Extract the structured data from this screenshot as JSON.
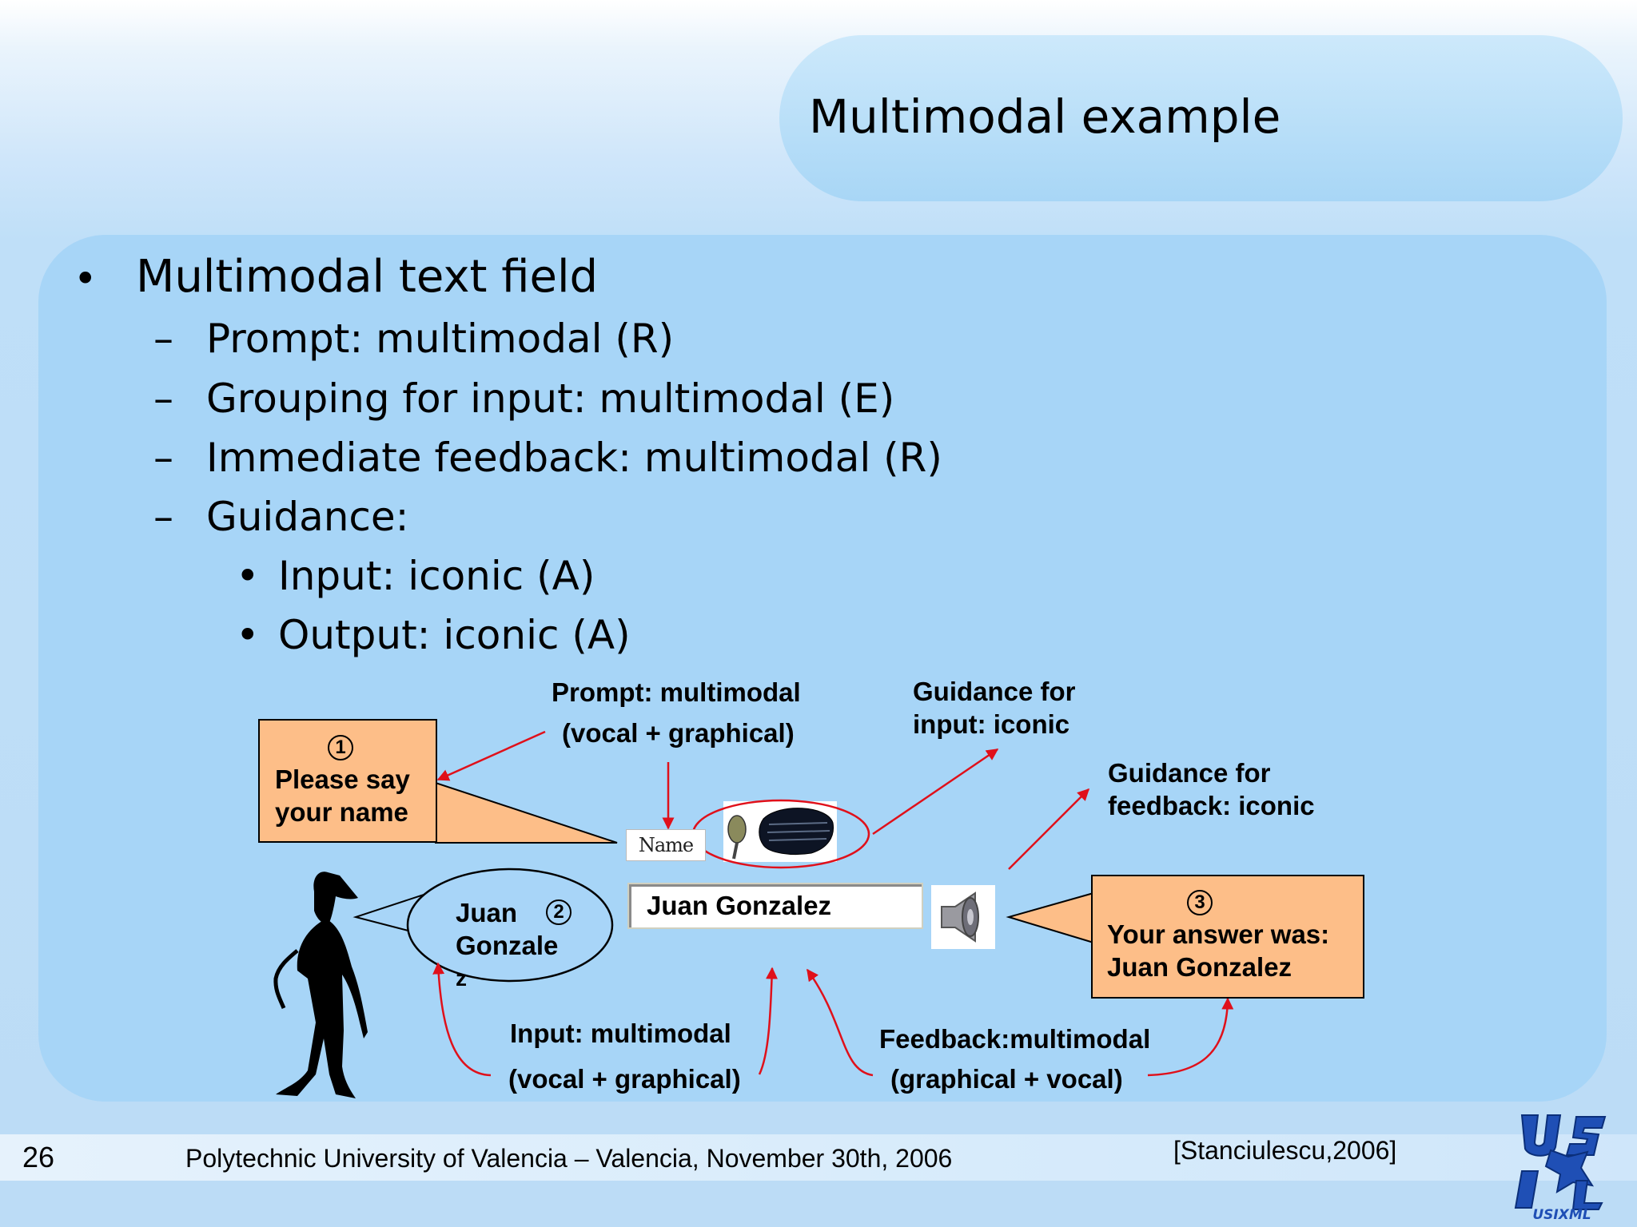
{
  "slide": {
    "title": "Multimodal example",
    "bullets": [
      {
        "text": "Multimodal text field",
        "level": 1
      },
      {
        "text": "Prompt: multimodal (R)",
        "level": 2
      },
      {
        "text": "Grouping for input: multimodal (E)",
        "level": 2
      },
      {
        "text": "Immediate feedback: multimodal (R)",
        "level": 2
      },
      {
        "text": "Guidance:",
        "level": 2
      },
      {
        "text": "Input: iconic (A)",
        "level": 3
      },
      {
        "text": "Output: iconic (A)",
        "level": 3
      }
    ],
    "markers": {
      "level1": "•",
      "level2": "–",
      "level3": "•"
    }
  },
  "diagram": {
    "prompt_label": {
      "line1": "Prompt: multimodal",
      "line2": "(vocal + graphical)"
    },
    "guidance_input_label": {
      "line1": "Guidance for",
      "line2": "input: iconic"
    },
    "guidance_feedback_label": {
      "line1": "Guidance for",
      "line2": "feedback: iconic"
    },
    "callout_1": {
      "number": "1",
      "line1": "Please say",
      "line2": "your name"
    },
    "callout_2": {
      "number": "2",
      "line1": "Juan",
      "line2": "Gonzale",
      "line3": "z"
    },
    "callout_3": {
      "number": "3",
      "line1": "Your answer was:",
      "line2": "Juan Gonzalez"
    },
    "name_widget_label": "Name",
    "text_field_value": "Juan Gonzalez",
    "input_label": {
      "line1": "Input: multimodal",
      "line2": "(vocal + graphical)"
    },
    "feedback_label": {
      "line1": "Feedback:multimodal",
      "line2": "(graphical +  vocal)"
    },
    "colors": {
      "arrow": "#e0101a",
      "callout_orange": "#fdbe88",
      "callout_blue": "#a8d5f8"
    },
    "icons": [
      "microphone-icon",
      "keyboard-icon",
      "speaker-icon",
      "stick-figure-person"
    ]
  },
  "footer": {
    "page_number": "26",
    "venue": "Polytechnic University of Valencia – Valencia, November 30th, 2006",
    "citation": "[Stanciulescu,2006]",
    "logo_text": "USIXML"
  }
}
